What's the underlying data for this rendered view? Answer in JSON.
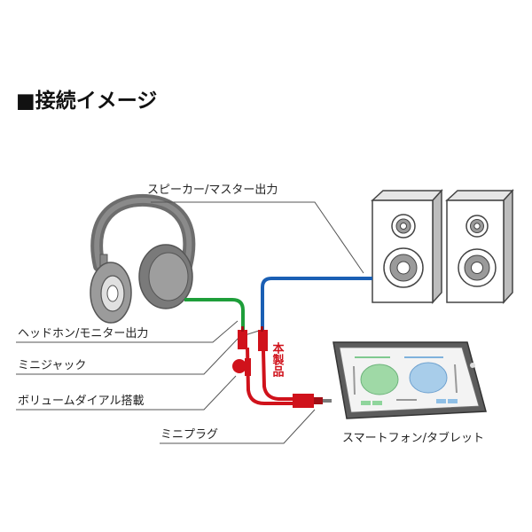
{
  "title": "■接続イメージ",
  "labels": {
    "speaker_output": "スピーカー/マスター出力",
    "headphone_output": "ヘッドホン/モニター出力",
    "mini_jack": "ミニジャック",
    "volume_dial": "ボリュームダイアル搭載",
    "mini_plug": "ミニプラグ",
    "smartphone_tablet": "スマートフォン/タブレット",
    "product": "本製品"
  },
  "colors": {
    "green_cable": "#1e9e3a",
    "blue_cable": "#1a5fb4",
    "red_cable": "#d0121b",
    "device_gray": "#6d6d6d",
    "line_gray": "#555555"
  }
}
